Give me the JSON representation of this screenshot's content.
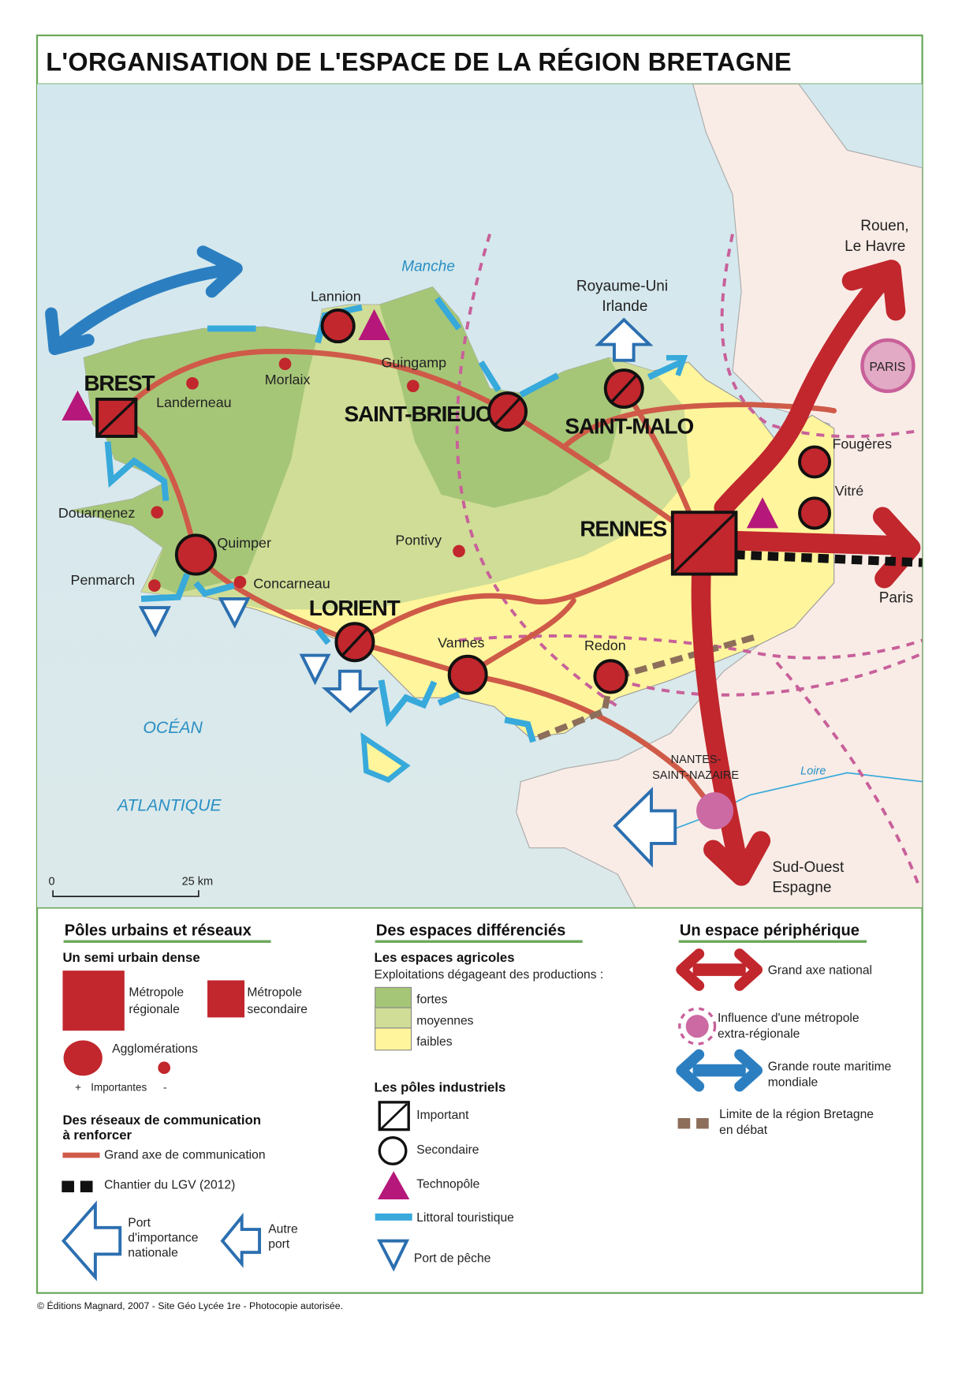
{
  "title": "L'ORGANISATION DE L'ESPACE DE LA RÉGION BRETAGNE",
  "colors": {
    "sea": "#d6e8ee",
    "france": "#f9ece6",
    "fortes": "#a6c677",
    "moyennes": "#cfdd96",
    "faibles": "#fef59c",
    "axis_red": "#c1272d",
    "road": "#cf5a48",
    "tourist_blue": "#37a9db",
    "maritime_blue": "#2b7fc1",
    "technopole": "#b5177a",
    "influence": "#c8609a",
    "frame": "#6aa85a"
  },
  "map": {
    "seas": {
      "manche": "Manche",
      "ocean": "OCÉAN",
      "atlantique": "ATLANTIQUE",
      "loire": "Loire"
    },
    "cities": {
      "brest": "BREST",
      "saint_brieuc": "SAINT-BRIEUC",
      "saint_malo": "SAINT-MALO",
      "rennes": "RENNES",
      "lorient": "LORIENT",
      "lannion": "Lannion",
      "landerneau": "Landerneau",
      "morlaix": "Morlaix",
      "guingamp": "Guingamp",
      "douarnenez": "Douarnenez",
      "quimper": "Quimper",
      "pontivy": "Pontivy",
      "penmarch": "Penmarch",
      "concarneau": "Concarneau",
      "vannes": "Vannes",
      "redon": "Redon",
      "fougeres": "Fougères",
      "vitre": "Vitré",
      "nantes_1": "NANTES-",
      "nantes_2": "SAINT-NAZAIRE",
      "paris_circle": "PARIS"
    },
    "destinations": {
      "rouen_1": "Rouen,",
      "rouen_2": "Le Havre",
      "uk_1": "Royaume-Uni",
      "uk_2": "Irlande",
      "paris": "Paris",
      "so_1": "Sud-Ouest",
      "so_2": "Espagne"
    },
    "scale": {
      "zero": "0",
      "distance": "25 km"
    }
  },
  "legend": {
    "col1": {
      "heading": "Pôles urbains et réseaux",
      "sub1": "Un semi urbain dense",
      "metro_reg_1": "Métropole",
      "metro_reg_2": "régionale",
      "metro_sec_1": "Métropole",
      "metro_sec_2": "secondaire",
      "agglo": "Agglomérations",
      "plus": "+",
      "importantes": "Importantes",
      "minus": "-",
      "sub2_1": "Des réseaux de communication",
      "sub2_2": "à renforcer",
      "road": "Grand axe de communication",
      "lgv": "Chantier du LGV (2012)",
      "port_nat_1": "Port",
      "port_nat_2": "d'importance",
      "port_nat_3": "nationale",
      "port_other_1": "Autre",
      "port_other_2": "port"
    },
    "col2": {
      "heading": "Des espaces différenciés",
      "sub1": "Les espaces agricoles",
      "intro": "Exploitations dégageant des productions :",
      "fortes": "fortes",
      "moyennes": "moyennes",
      "faibles": "faibles",
      "sub2": "Les pôles industriels",
      "important": "Important",
      "secondaire": "Secondaire",
      "technopole": "Technopôle",
      "littoral": "Littoral touristique",
      "peche": "Port de pêche"
    },
    "col3": {
      "heading": "Un espace périphérique",
      "axe": "Grand axe national",
      "influence_1": "Influence d'une métropole",
      "influence_2": "extra-régionale",
      "maritime_1": "Grande route maritime",
      "maritime_2": "mondiale",
      "limite_1": "Limite de la région Bretagne",
      "limite_2": "en débat"
    }
  },
  "footer": "© Éditions Magnard, 2007 - Site Géo Lycée 1re - Photocopie autorisée."
}
